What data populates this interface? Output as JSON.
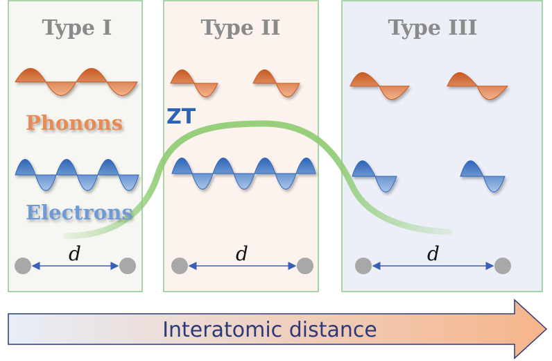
{
  "panels": [
    {
      "title": "Type I",
      "fill": "#f6f6f2"
    },
    {
      "title": "Type II",
      "fill": "#fdf3ee"
    },
    {
      "title": "Type III",
      "fill": "#eceff8"
    }
  ],
  "labels": {
    "phonons": "Phonons",
    "electrons": "Electrons",
    "zt": "ZT",
    "distance_symbol": "d",
    "axis": "Interatomic distance"
  },
  "colors": {
    "panel_border": "#8cc98c",
    "phonon": "#d9703a",
    "electron": "#3a78c8",
    "zt_curve": "#8ccb70",
    "atom": "#a8a8a8",
    "distance_arrow": "#3a5fb8",
    "axis_arrow_start": "#e8eef8",
    "axis_arrow_end": "#f6b48a"
  }
}
